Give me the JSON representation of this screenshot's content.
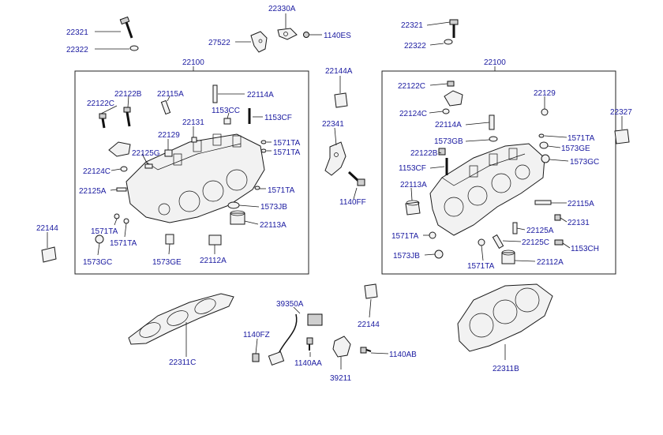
{
  "labels": {
    "l22321_a": "22321",
    "l22322_a": "22322",
    "l22330a": "22330A",
    "l27522": "27522",
    "l1140es": "1140ES",
    "l22321_b": "22321",
    "l22322_b": "22322",
    "l22100_a": "22100",
    "l22100_b": "22100",
    "l22144a": "22144A",
    "l22122b_a": "22122B",
    "l22115a_a": "22115A",
    "l22114a_a": "22114A",
    "l22122c_a": "22122C",
    "l1153cc": "1153CC",
    "l1153cf_a": "1153CF",
    "l22131_a": "22131",
    "l22129_a": "22129",
    "l1571ta_1": "1571TA",
    "l1571ta_2": "1571TA",
    "l22125g": "22125G",
    "l22124c_a": "22124C",
    "l22125a_a": "22125A",
    "l1571ta_3": "1571TA",
    "l1573jb_a": "1573JB",
    "l22113a_a": "22113A",
    "l1571ta_4": "1571TA",
    "l1571ta_5": "1571TA",
    "l1573gc_a": "1573GC",
    "l1573ge_a": "1573GE",
    "l22112a_a": "22112A",
    "l22144_left": "22144",
    "l22341": "22341",
    "l1140ff": "1140FF",
    "l22122c_b": "22122C",
    "l22129_b": "22129",
    "l22124c_b": "22124C",
    "l22114a_b": "22114A",
    "l1573gb": "1573GB",
    "l1571ta_6": "1571TA",
    "l1573ge_b": "1573GE",
    "l22122b_b": "22122B",
    "l1573gc_b": "1573GC",
    "l1153cf_b": "1153CF",
    "l22113a_b": "22113A",
    "l22115a_b": "22115A",
    "l22131_b": "22131",
    "l22125a_b": "22125A",
    "l1571ta_7": "1571TA",
    "l22125c": "22125C",
    "l1153ch": "1153CH",
    "l1573jb_b": "1573JB",
    "l22112a_b": "22112A",
    "l1571ta_8": "1571TA",
    "l22327": "22327",
    "l39350a": "39350A",
    "l1140fz": "1140FZ",
    "l1140aa": "1140AA",
    "l22144_mid": "22144",
    "l1140ab": "1140AB",
    "l39211": "39211",
    "l22311c": "22311C",
    "l22311b": "22311B"
  },
  "colors": {
    "label": "#1a1aa0",
    "line": "#1a1a1a",
    "background": "#ffffff"
  }
}
